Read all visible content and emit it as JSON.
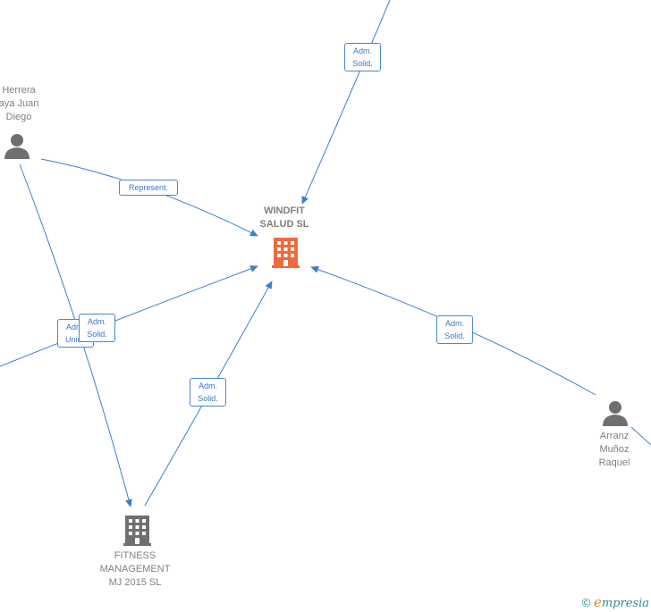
{
  "nodes": {
    "windfit": {
      "label": "WINDFIT\nSALUD  SL",
      "color": "#f06a3c",
      "icon": "building-icon"
    },
    "fitness": {
      "label": "FITNESS\nMANAGEMENT\nMJ 2015  SL",
      "color": "#6f6f6f",
      "icon": "building-icon"
    },
    "herrera": {
      "label": "Herrera\naya Juan\nDiego",
      "color": "#6f6f6f",
      "icon": "person-icon"
    },
    "arranz": {
      "label": "Arranz\nMuñoz\nRaquel",
      "color": "#6f6f6f",
      "icon": "person-icon"
    }
  },
  "edges": {
    "top": "Adm.\nSolid.",
    "represent": "Represent.",
    "left_unico": "Adm.\nUnico",
    "left_solid": "Adm.\nSolid.",
    "fitness": "Adm.\nSolid.",
    "arranz": "Adm.\nSolid."
  },
  "edge_color": "#3a7fd0",
  "watermark": {
    "symbol": "©",
    "brand_first": "e",
    "brand_rest": "mpresia"
  }
}
